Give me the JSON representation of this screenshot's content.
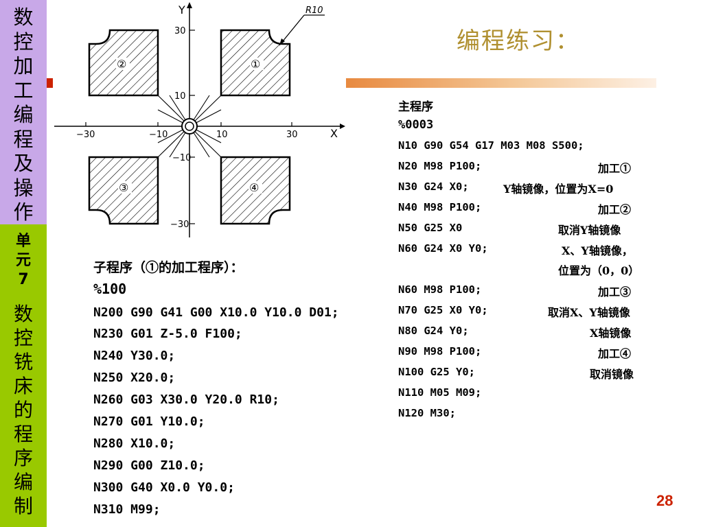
{
  "sidebar": {
    "top_chars": [
      "数",
      "控",
      "加",
      "工",
      "编",
      "程",
      "及",
      "操",
      "作"
    ],
    "unit_chars": [
      "单",
      "元",
      "7"
    ],
    "bottom_chars": [
      "数",
      "控",
      "铣",
      "床",
      "的",
      "程",
      "序",
      "编",
      "制"
    ]
  },
  "title": "编程练习：",
  "diagram": {
    "axis_x_label": "X",
    "axis_y_label": "Y",
    "radius_label": "R10",
    "ticks": {
      "x30": "30",
      "x10": "10",
      "xm10": "−10",
      "xm30": "−30",
      "y30": "30",
      "y10": "10",
      "ym10": "−10",
      "ym30": "−30"
    },
    "regions": [
      "①",
      "②",
      "③",
      "④"
    ]
  },
  "subprogram": {
    "header": "子程序（①的加工程序）：",
    "number": "%100",
    "lines": [
      "N200 G90 G41 G00 X10.0 Y10.0 D01;",
      "N230 G01 Z-5.0 F100;",
      "N240 Y30.0;",
      "N250 X20.0;",
      "N260 G03 X30.0 Y20.0 R10;",
      "N270 G01 Y10.0;",
      "N280 X10.0;",
      "N290 G00 Z10.0;",
      "N300 G40 X0.0 Y0.0;",
      "N310 M99;"
    ]
  },
  "mainprogram": {
    "header": "主程序",
    "number": "%0003",
    "lines": [
      {
        "code": "N10 G90 G54 G17 M03 M08 S500;",
        "comment": ""
      },
      {
        "code": "N20 M98 P100;",
        "comment": "加工①"
      },
      {
        "code": "N30 G24 X0;",
        "comment": "Y轴镜像，位置为X=0"
      },
      {
        "code": "N40 M98 P100;",
        "comment": "加工②"
      },
      {
        "code": "N50 G25 X0",
        "comment": "取消Y轴镜像"
      },
      {
        "code": "N60 G24 X0 Y0;",
        "comment": "X、Y轴镜像，"
      },
      {
        "code": "",
        "comment": "位置为（0，0）"
      },
      {
        "code": "N60 M98 P100;",
        "comment": "加工③"
      },
      {
        "code": "N70 G25 X0 Y0;",
        "comment": "取消X、Y轴镜像"
      },
      {
        "code": "N80 G24 Y0;",
        "comment": "X轴镜像"
      },
      {
        "code": "N90 M98 P100;",
        "comment": "加工④"
      },
      {
        "code": "N100 G25 Y0;",
        "comment": "取消镜像"
      },
      {
        "code": "N110 M05 M09;",
        "comment": ""
      },
      {
        "code": "N120 M30;",
        "comment": ""
      }
    ]
  },
  "page_number": "28"
}
